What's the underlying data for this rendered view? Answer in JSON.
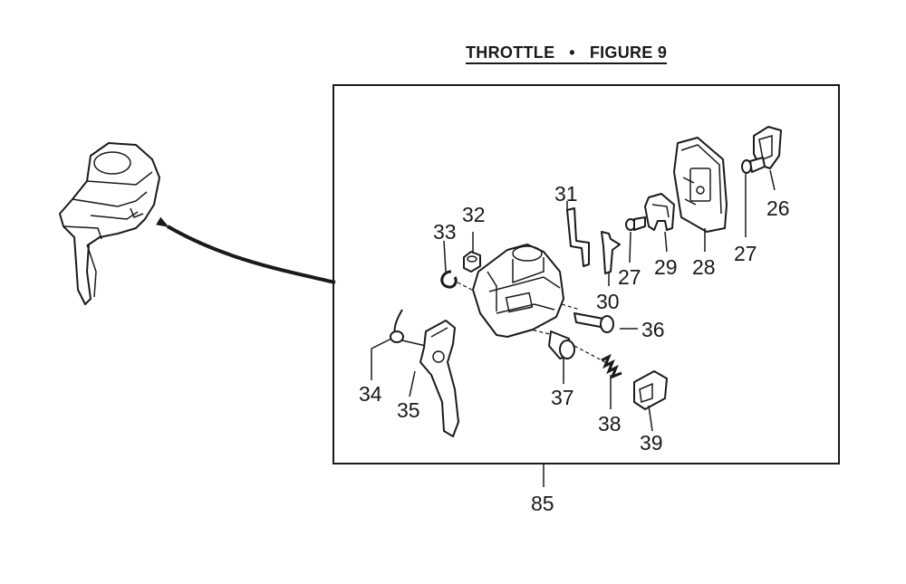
{
  "title": {
    "main": "THROTTLE",
    "separator": "•",
    "figure": "FIGURE 9"
  },
  "callouts": {
    "assembly": "85",
    "p26": "26",
    "p27a": "27",
    "p27b": "27",
    "p28": "28",
    "p29": "29",
    "p30": "30",
    "p31": "31",
    "p32": "32",
    "p33": "33",
    "p34": "34",
    "p35": "35",
    "p36": "36",
    "p37": "37",
    "p38": "38",
    "p39": "39"
  }
}
